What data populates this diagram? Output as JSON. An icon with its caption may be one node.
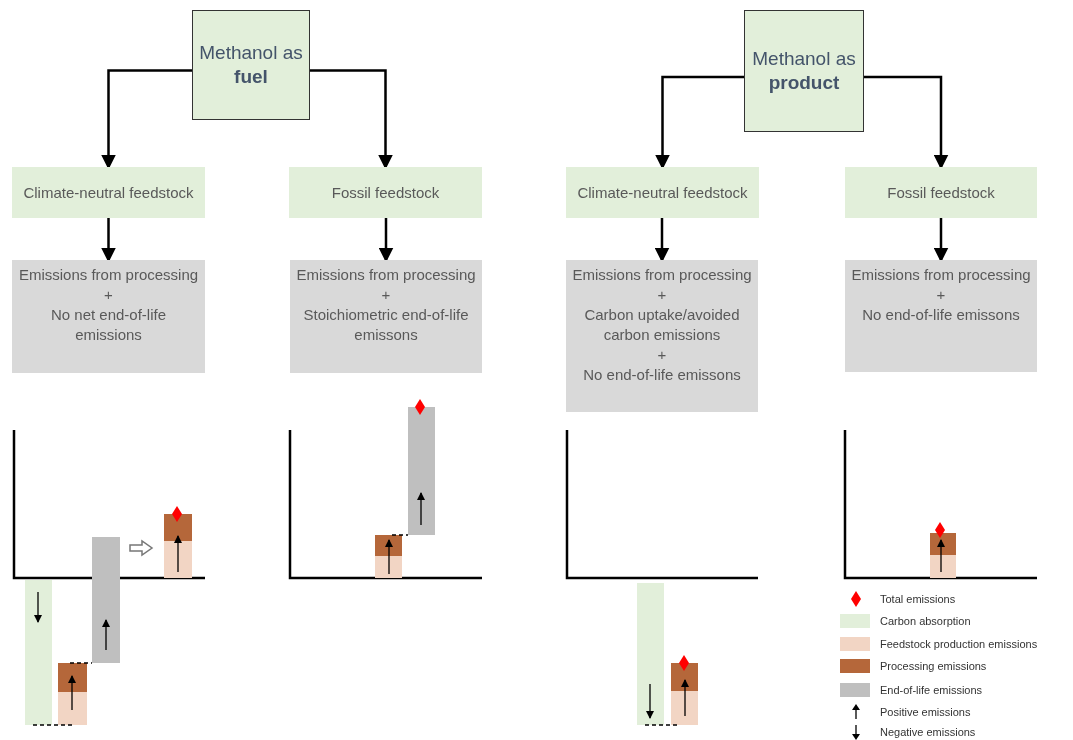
{
  "diagram": {
    "nodes": [
      {
        "text": [
          "Methanol as **fuel**"
        ]
      },
      {
        "text": [
          "Methanol as **product**"
        ]
      },
      {
        "text": [
          "Climate-neutral feedstock"
        ]
      },
      {
        "text": [
          "Fossil feedstock"
        ]
      },
      {
        "text": [
          "Climate-neutral feedstock"
        ]
      },
      {
        "text": [
          "Fossil feedstock"
        ]
      },
      {
        "text": [
          "Emissions from processing",
          "+",
          "No net end-of-life emissions"
        ]
      },
      {
        "text": [
          "Emissions from processing",
          "+",
          "Stoichiometric end-of-life emissons"
        ]
      },
      {
        "text": [
          "Emissions from processing",
          "+",
          "Carbon uptake/avoided carbon emissions",
          "+",
          "No end-of-life emissons"
        ]
      },
      {
        "text": [
          "Emissions from processing",
          "+",
          "No end-of-life emissons"
        ]
      }
    ],
    "edges": [
      {
        "from": 0,
        "to": 2,
        "arrow": "to"
      },
      {
        "from": 0,
        "to": 3,
        "arrow": "to"
      },
      {
        "from": 1,
        "to": 4,
        "arrow": "to"
      },
      {
        "from": 1,
        "to": 5,
        "arrow": "to"
      },
      {
        "from": 2,
        "to": 6,
        "arrow": "to"
      },
      {
        "from": 3,
        "to": 7,
        "arrow": "to"
      },
      {
        "from": 4,
        "to": 8,
        "arrow": "to"
      },
      {
        "from": 5,
        "to": 9,
        "arrow": "to"
      }
    ],
    "legend": [
      {
        "text": "Total emissions"
      },
      {
        "text": "Carbon absorption",
        "color": "#e2efda"
      },
      {
        "text": "Feedstock production emissions",
        "color": "#f2d5c4"
      },
      {
        "text": "Processing emissions",
        "color": "#b5673a"
      },
      {
        "text": "End-of-life emissions",
        "color": "#bfbfbf"
      },
      {
        "text": "Positive emissions"
      },
      {
        "text": "Negative emissions"
      }
    ]
  }
}
